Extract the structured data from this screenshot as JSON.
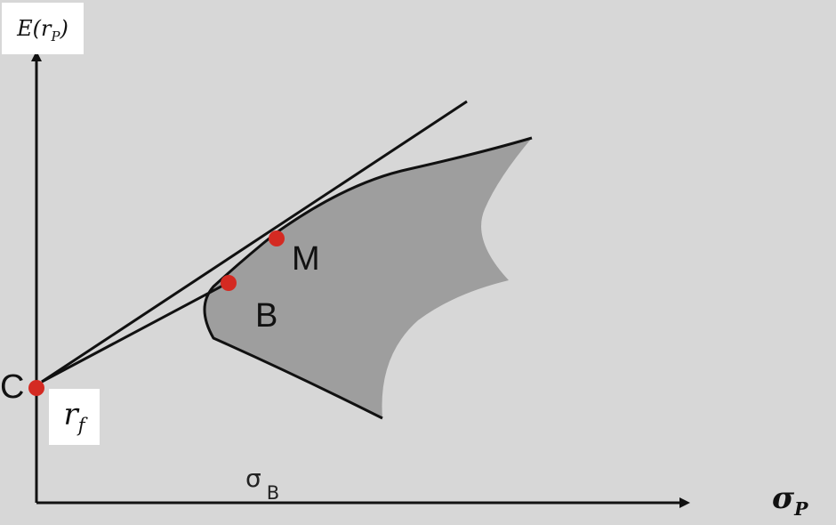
{
  "axes": {
    "y_label_main": "E(r",
    "y_label_sub": "P",
    "y_label_close": ")",
    "x_label_main": "σ",
    "x_label_sub": "P"
  },
  "points": {
    "C": "C",
    "B": "B",
    "M": "M"
  },
  "rf": {
    "main": "r",
    "sub": "f"
  },
  "sigma_b": {
    "main": "σ",
    "sub": "B"
  },
  "colors": {
    "background": "#d7d7d7",
    "region_fill": "#9e9e9e",
    "point": "#d42a22",
    "line": "#111111"
  }
}
